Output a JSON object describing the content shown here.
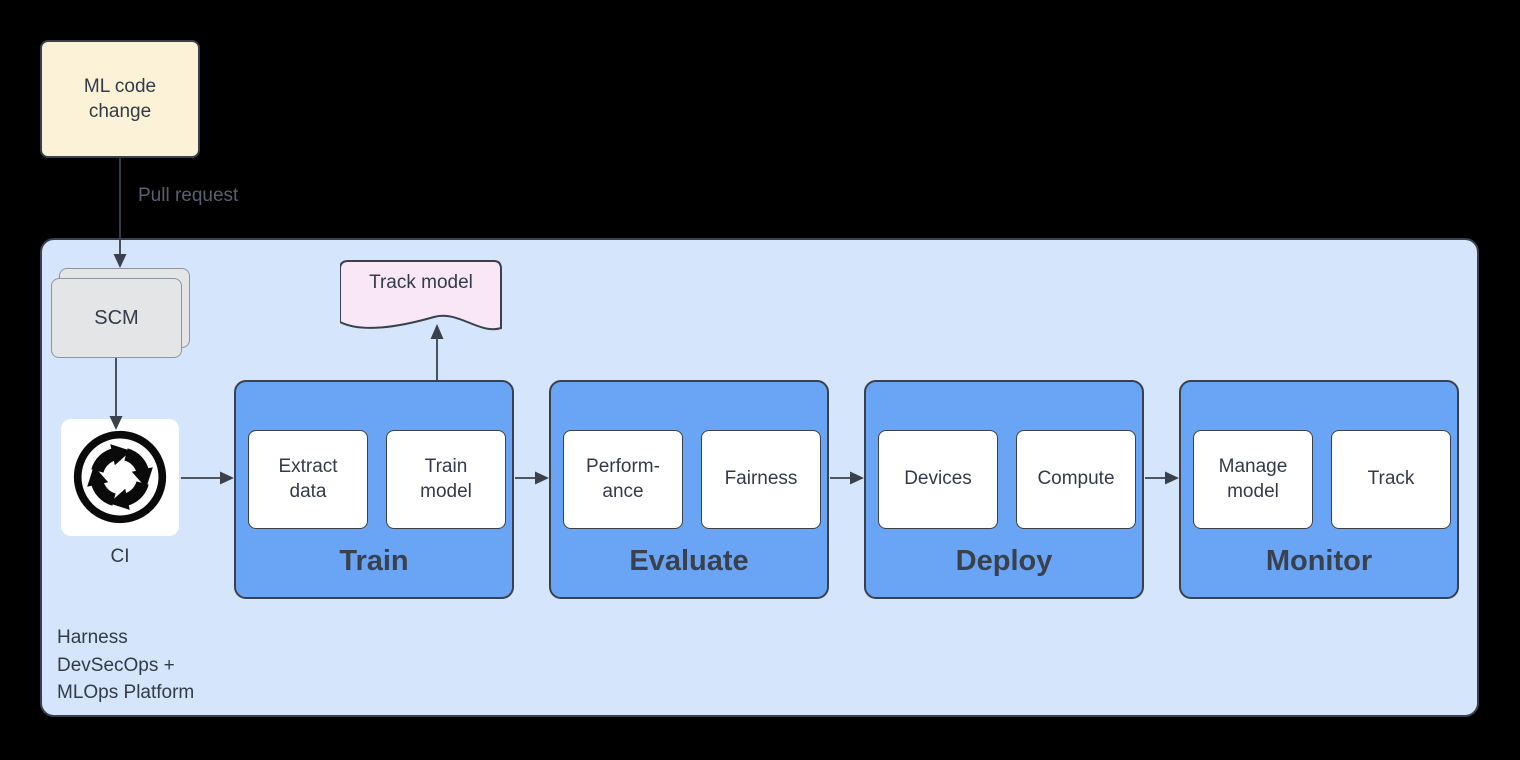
{
  "diagram": {
    "ml_code_change": {
      "label": "ML code\nchange"
    },
    "pull_request_label": "Pull request",
    "scm": {
      "label": "SCM"
    },
    "ci": {
      "label": "CI",
      "icon": "ci-cycle-icon"
    },
    "track_model": {
      "label": "Track model"
    },
    "platform_label": "Harness\nDevSecOps +\nMLOps Platform",
    "stages": [
      {
        "title": "Train",
        "items": [
          "Extract\ndata",
          "Train\nmodel"
        ]
      },
      {
        "title": "Evaluate",
        "items": [
          "Perform-\nance",
          "Fairness"
        ]
      },
      {
        "title": "Deploy",
        "items": [
          "Devices",
          "Compute"
        ]
      },
      {
        "title": "Monitor",
        "items": [
          "Manage\nmodel",
          "Track"
        ]
      }
    ]
  },
  "colors": {
    "bg": "#000000",
    "line": "#3A414C",
    "ink": "#333B49",
    "edge_ink": "#586070",
    "cream": "#FCF2D8",
    "platform_blue": "#D5E5FB",
    "stage_blue": "#69A4F5",
    "scm_gray": "#E4E5E7",
    "scm_line": "#8F959D",
    "doc_pink": "#FAE7F6",
    "icon_black": "#0A0A0A"
  }
}
